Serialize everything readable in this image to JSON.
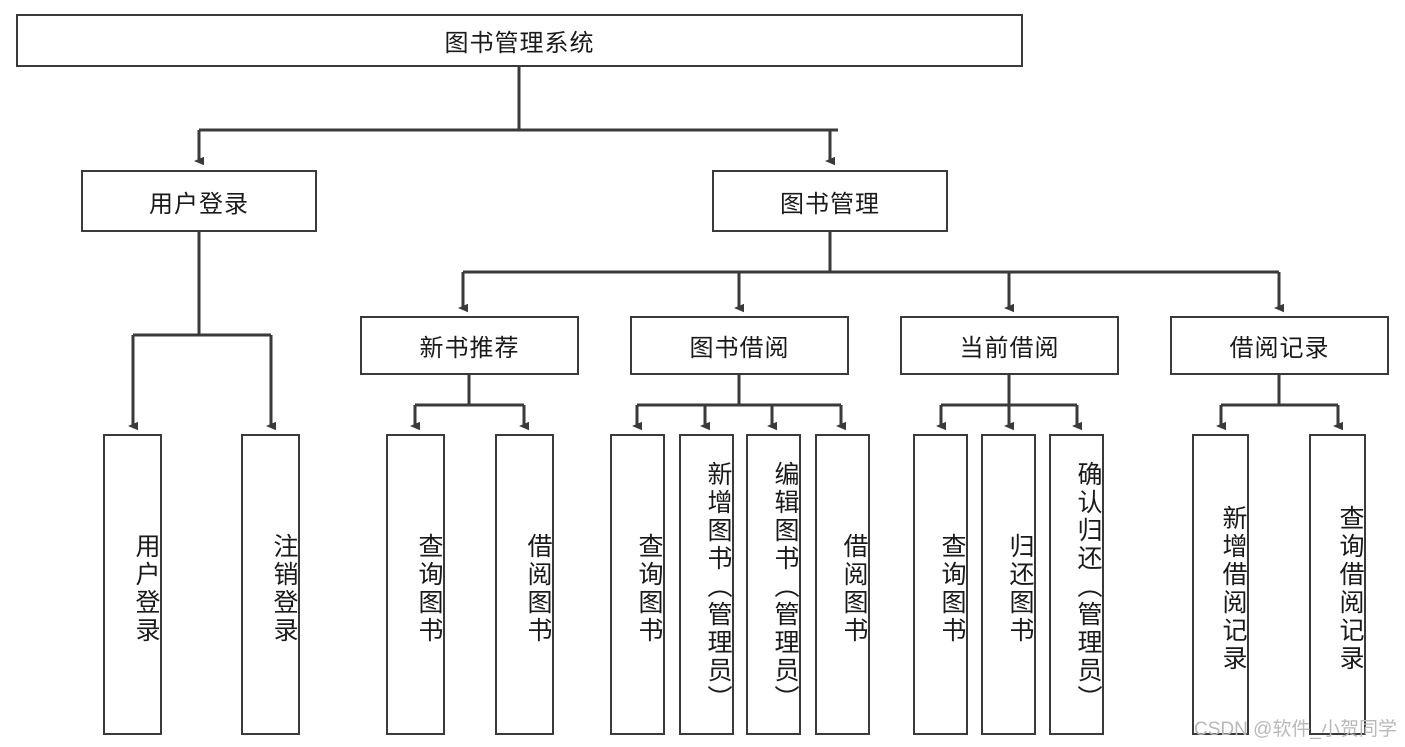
{
  "diagram": {
    "title": "图书管理系统",
    "type": "tree-hierarchy-chart",
    "watermark": "CSDN @软件_小贺同学",
    "colors": {
      "background": "#ffffff",
      "node_border": "#3a3a3a",
      "node_fill": "#ffffff",
      "text": "#1a1a1a",
      "edge": "#3a3a3a",
      "watermark": "#b9b9b9"
    },
    "root": {
      "label": "图书管理系统"
    },
    "level2": [
      {
        "label": "用户登录"
      },
      {
        "label": "图书管理"
      }
    ],
    "level3": [
      {
        "label": "新书推荐"
      },
      {
        "label": "图书借阅"
      },
      {
        "label": "当前借阅"
      },
      {
        "label": "借阅记录"
      }
    ],
    "leaves": {
      "user_login": [
        {
          "label": "用户登录"
        },
        {
          "label": "注销登录"
        }
      ],
      "new_book": [
        {
          "label": "查询图书"
        },
        {
          "label": "借阅图书"
        }
      ],
      "book_borrow": [
        {
          "label": "查询图书"
        },
        {
          "label": "新增图书（管理员）"
        },
        {
          "label": "编辑图书（管理员）"
        },
        {
          "label": "借阅图书"
        }
      ],
      "current_borrow": [
        {
          "label": "查询图书"
        },
        {
          "label": "归还图书"
        },
        {
          "label": "确认归还（管理员）"
        }
      ],
      "borrow_record": [
        {
          "label": "新增借阅记录"
        },
        {
          "label": "查询借阅记录"
        }
      ]
    }
  }
}
